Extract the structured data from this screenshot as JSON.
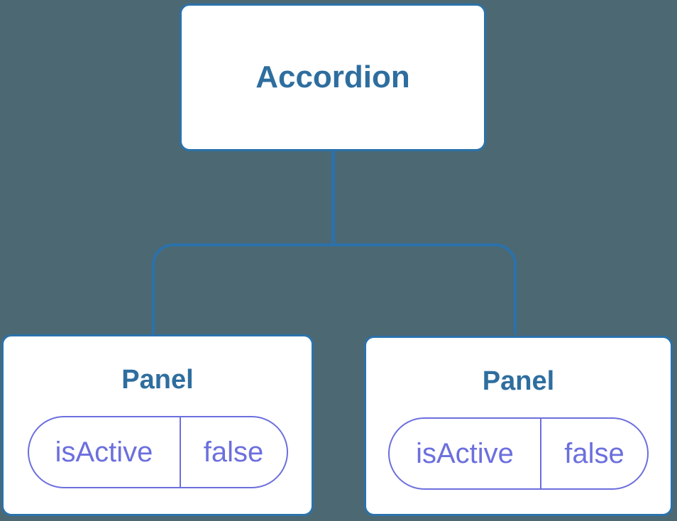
{
  "colors": {
    "background": "#4C6873",
    "connector": "#2B72AB",
    "node_border": "#2B72AB",
    "node_background": "#FFFFFF",
    "node_title": "#2E6E9F",
    "state_pill": "#6C6FDD"
  },
  "tree": {
    "root": {
      "label": "Accordion"
    },
    "children": [
      {
        "label": "Panel",
        "state": [
          {
            "key": "isActive",
            "value": "false"
          }
        ]
      },
      {
        "label": "Panel",
        "state": [
          {
            "key": "isActive",
            "value": "false"
          }
        ]
      }
    ]
  }
}
